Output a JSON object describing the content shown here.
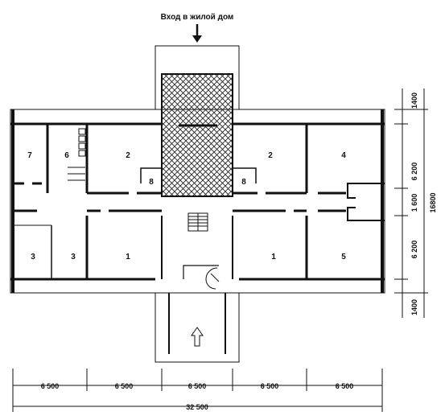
{
  "entrance": {
    "label": "Вход в жилой дом"
  },
  "rooms": [
    {
      "id": "room-7",
      "label": "7"
    },
    {
      "id": "room-6",
      "label": "6"
    },
    {
      "id": "room-2-left",
      "label": "2"
    },
    {
      "id": "room-8-left",
      "label": "8"
    },
    {
      "id": "room-8-right",
      "label": "8"
    },
    {
      "id": "room-2-right",
      "label": "2"
    },
    {
      "id": "room-4",
      "label": "4"
    },
    {
      "id": "room-3-left",
      "label": "3"
    },
    {
      "id": "room-3-mid",
      "label": "3"
    },
    {
      "id": "room-1-left",
      "label": "1"
    },
    {
      "id": "room-1-right",
      "label": "1"
    },
    {
      "id": "room-5",
      "label": "5"
    }
  ],
  "dimensions": {
    "bottom_spans": [
      "6 500",
      "6 500",
      "6 500",
      "6 500",
      "6 500"
    ],
    "bottom_total": "32 500",
    "right_segments": [
      "1400",
      "6 200",
      "1 600",
      "6 200",
      "1400"
    ],
    "right_total": "16800"
  },
  "colors": {
    "line": "#111111",
    "background": "#ffffff",
    "hatch": "#222222"
  }
}
